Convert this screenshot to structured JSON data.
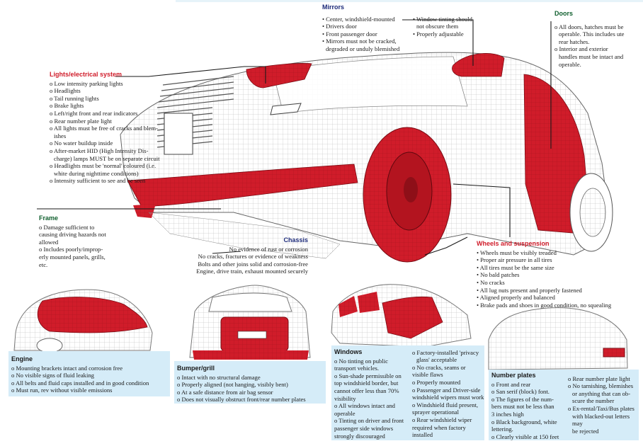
{
  "colors": {
    "red": "#d01c2a",
    "navy": "#1d2b7a",
    "green": "#11602f",
    "panel": "#d5ecf8",
    "mesh": "#9a9a9a"
  },
  "mirrors": {
    "title": "Mirrors",
    "col1": [
      "• Center, windshield-mounted",
      "• Drivers door",
      "• Front passenger door",
      "• Mirrors must not be cracked,",
      "degraded or unduly blemished"
    ],
    "col2": [
      "• Window tinting should",
      "not obscure them",
      "• Properly adjustable"
    ]
  },
  "doors": {
    "title": "Doors",
    "items": [
      "o All doors, hatches must be",
      "operable. This includes ute",
      "rear hatches.",
      "o Interior and exterior",
      "handles must be intact and",
      "operable."
    ]
  },
  "lights": {
    "title": "Lights/electrical system",
    "items": [
      "o Low intensity parking lights",
      "o Headlights",
      "o Tail running lights",
      "o Brake lights",
      "o Left/right front and rear indicators",
      "o Rear number plate light",
      "o All lights must be free of cracks and blem-",
      "ishes",
      "o No water buildup inside",
      "o After-market HID (High Intensity Dis-",
      "charge) lamps MUST be on separate circuit",
      "o Headlights must be 'normal' coloured (i.e.",
      "white during nighttime conditions)",
      "o Intensity sufficient to see and be seen"
    ]
  },
  "frame": {
    "title": "Frame",
    "items": [
      "o Damage sufficient to",
      "causing driving hazards not",
      "allowed",
      "o Includes poorly/improp-",
      "erly mounted panels, grills,",
      "etc."
    ]
  },
  "chassis": {
    "title": "Chassis",
    "items": [
      "No evidence of rust or corrosion",
      "No cracks, fractures or evidence of weakness",
      "Bolts and other joins solid and corrosion-free",
      "Engine, drive train, exhaust mounted securely"
    ]
  },
  "wheels": {
    "title": "Wheels and suspension",
    "items": [
      "• Wheels must be visibly treaded",
      "• Proper air pressure in all tires",
      "• All tires must be the same size",
      "• No bald patches",
      "• No cracks",
      "• All lug nuts present and properly fastened",
      "• Aligned properly and balanced",
      "• Brake pads and shoes in good condition, no squealing"
    ]
  },
  "engine": {
    "title": "Engine",
    "items": [
      "o Mounting brackets intact and corrosion free",
      "o No visible signs of fluid leaking",
      "o All belts and fluid caps installed and in good condition",
      "o Must run, rev without visible emissions"
    ]
  },
  "bumper": {
    "title": "Bumper/grill",
    "items": [
      "o Intact with no structural damage",
      "o Properly aligned (not hanging, visibly bent)",
      "o At a safe distance from air bag sensor",
      "o Does not visually obstruct front/rear number plates"
    ]
  },
  "windows": {
    "title": "Windows",
    "col1": [
      "o No tinting on public",
      "transport vehicles.",
      "o Sun-shade permissible on",
      "top windshield border, but",
      "cannot offer less than 70%",
      "visibility",
      "o All windows intact and",
      "operable",
      "o Tinting on driver and front",
      "passenger side windows",
      "strongly discouraged"
    ],
    "col2": [
      "o Factory-installed 'privacy",
      "glass' acceptable",
      "o No cracks, seams or",
      "visible flaws",
      "o Properly mounted",
      "o Passenger and Driver-side",
      "windshield wipers must work",
      "o Windshield fluid present,",
      "sprayer operational",
      "o Rear windshield wiper",
      "required when factory",
      "installed"
    ]
  },
  "plates": {
    "title": "Number plates",
    "col1": [
      "o Front and rear",
      "o San serif (block) font.",
      "o The figures of the num-",
      "bers must not be less than",
      "3 inches high",
      "o Black background, white",
      "lettering.",
      "o Clearly visible at 150 feet"
    ],
    "col2": [
      "o Rear number plate light",
      "o No tarnishing, blemishes",
      "or anything that can ob-",
      "scure the number",
      "o Ex-rental/Taxi/Bus plates",
      "with blacked-out letters may",
      "be rejected"
    ]
  }
}
